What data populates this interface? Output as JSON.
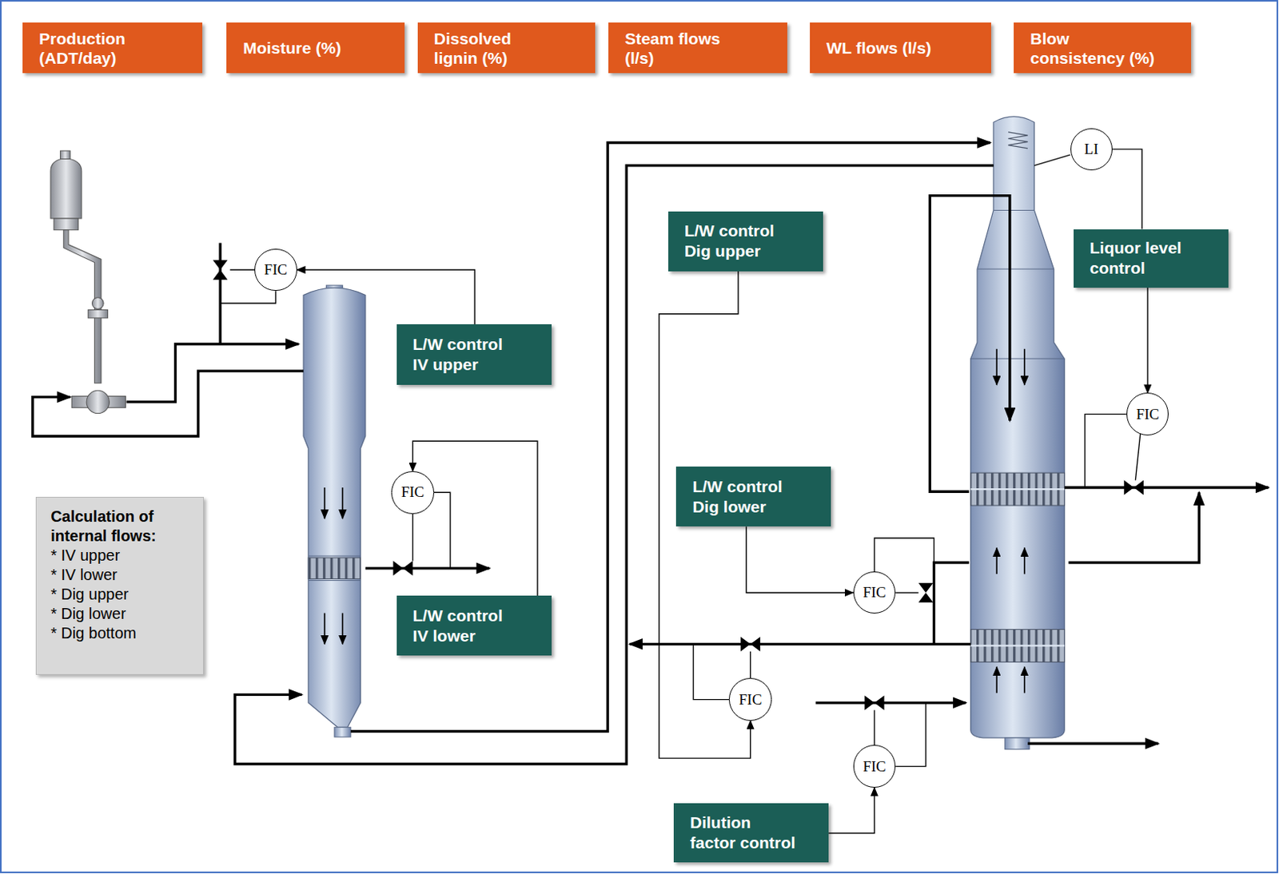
{
  "diagram": {
    "nodes": [
      {
        "text": [
          "Production (ADT/day)"
        ]
      },
      {
        "text": [
          "Moisture (%)"
        ]
      },
      {
        "text": [
          "Dissolved lignin (%)"
        ]
      },
      {
        "text": [
          "Steam flows (l/s)"
        ]
      },
      {
        "text": [
          "WL flows (l/s)"
        ]
      },
      {
        "text": [
          "Blow consistency (%)"
        ]
      },
      {
        "text": [
          "L/W control IV upper"
        ]
      },
      {
        "text": [
          "L/W control IV lower"
        ]
      },
      {
        "text": [
          "L/W control Dig upper"
        ]
      },
      {
        "text": [
          "L/W control Dig lower"
        ]
      },
      {
        "text": [
          "Liquor level control"
        ]
      },
      {
        "text": [
          "Dilution factor control"
        ]
      },
      {
        "text": [
          "Calculation of internal flows:",
          "* IV upper",
          "* IV lower",
          "* Dig upper",
          "* Dig lower",
          "* Dig bottom"
        ]
      },
      {
        "text": [
          "FIC"
        ]
      },
      {
        "text": [
          "FIC"
        ]
      },
      {
        "text": [
          "FIC"
        ]
      },
      {
        "text": [
          "FIC"
        ]
      },
      {
        "text": [
          "FIC"
        ]
      },
      {
        "text": [
          "FIC"
        ]
      },
      {
        "text": [
          "LI"
        ]
      }
    ],
    "edges": [
      {
        "from": 6,
        "to": 13,
        "arrow": "to"
      },
      {
        "from": 7,
        "to": 14,
        "arrow": "to"
      },
      {
        "from": 8,
        "to": 15,
        "arrow": "to"
      },
      {
        "from": 9,
        "to": 16,
        "arrow": "to"
      },
      {
        "from": 10,
        "to": 17,
        "arrow": "to"
      },
      {
        "from": 11,
        "to": 18,
        "arrow": "to"
      },
      {
        "from": 19,
        "to": 10,
        "arrow": "none"
      }
    ]
  }
}
